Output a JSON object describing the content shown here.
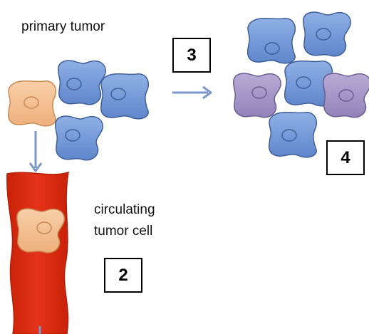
{
  "labels": {
    "primary_tumor": "primary tumor",
    "circulating_line1": "circulating",
    "circulating_line2": "tumor cell"
  },
  "boxes": {
    "box_2": "2",
    "box_3": "3",
    "box_4": "4"
  },
  "colors": {
    "tumor_cell_fill": "#6a93d6",
    "tumor_cell_stroke": "#3f5f99",
    "metastatic_cell_fill": "#9d8fc0",
    "metastatic_cell_stroke": "#6a5c8f",
    "circulating_cell_fill": "#f2b98a",
    "circulating_cell_stroke": "#c98a52",
    "vessel_fill": "#dc2b10",
    "vessel_stroke": "#b51f08",
    "arrow": "#7a97c8"
  }
}
